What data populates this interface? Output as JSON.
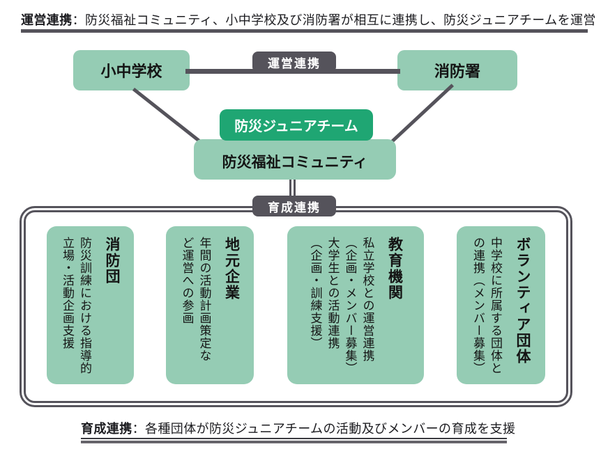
{
  "colors": {
    "dark_gray": "#55535B",
    "light_green": "#95CCB4",
    "dark_green": "#1FA673",
    "underline_thin": "#3B3B40",
    "underline_thick": "#67656B"
  },
  "top_caption": {
    "label": "運営連携",
    "rest": "：防災福祉コミュニティ、小中学校及び消防署が相互に連携し、防災ジュニアチームを運営"
  },
  "diagram": {
    "school": "小中学校",
    "fire_station": "消防署",
    "operation_badge": "運営連携",
    "junior_team": "防災ジュニアチーム",
    "community": "防災福祉コミュニティ",
    "development_badge": "育成連携"
  },
  "support_groups": [
    {
      "title": "消防団",
      "columns": [
        "防災訓練における指導的",
        "立場・活動企画支援"
      ]
    },
    {
      "title": "地元企業",
      "columns": [
        "年間の活動計画策定な",
        "ど運営への参画"
      ]
    },
    {
      "title": "教育機関",
      "columns": [
        "私立学校との運営連携",
        "（企画・メンバー募集）",
        "大学生との活動連携",
        "（企画・訓練支援）"
      ]
    },
    {
      "title": "ボランティア団体",
      "columns": [
        "中学校に所属する団体と",
        "の連携（メンバー募集）"
      ]
    }
  ],
  "bottom_caption": {
    "label": "育成連携",
    "rest": "：各種団体が防災ジュニアチームの活動及びメンバーの育成を支援"
  }
}
